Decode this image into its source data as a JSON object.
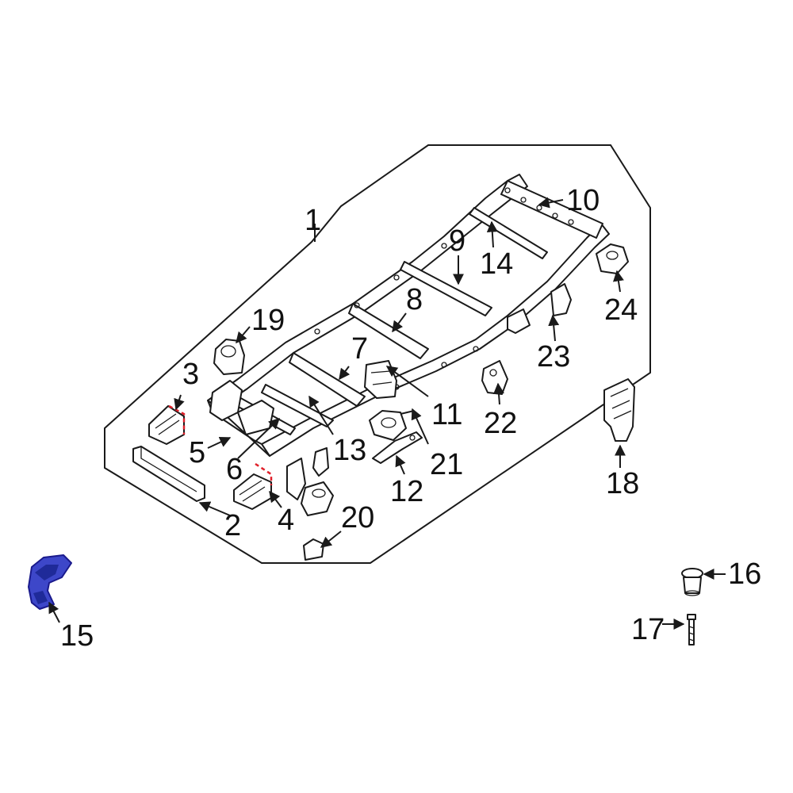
{
  "diagram": {
    "callouts": {
      "c1": "1",
      "c2": "2",
      "c3": "3",
      "c4": "4",
      "c5": "5",
      "c6": "6",
      "c7": "7",
      "c8": "8",
      "c9": "9",
      "c10": "10",
      "c11": "11",
      "c12": "12",
      "c13": "13",
      "c14": "14",
      "c15": "15",
      "c16": "16",
      "c17": "17",
      "c18": "18",
      "c19": "19",
      "c20": "20",
      "c21": "21",
      "c22": "22",
      "c23": "23",
      "c24": "24"
    },
    "highlighted_part": "15",
    "colors": {
      "highlight": "#3d47c9",
      "cut_line": "#e0202a",
      "ink": "#1a1a1a"
    }
  }
}
